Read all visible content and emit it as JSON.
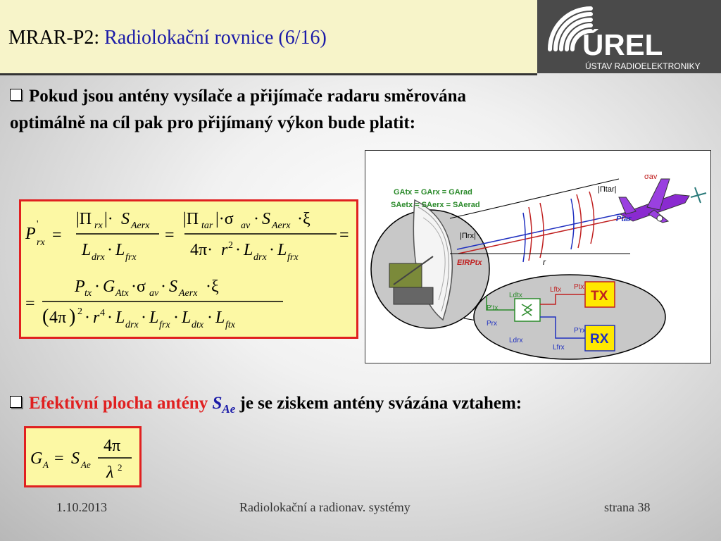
{
  "header": {
    "title_prefix": "MRAR-P2: ",
    "title_main": "Radiolokační rovnice (6/16)"
  },
  "logo": {
    "name": "ÚREL",
    "subtitle": "ÚSTAV RADIOELEKTRONIKY"
  },
  "bullet1": {
    "text": "Pokud jsou antény vysílače a přijímače radaru směrována optimálně na cíl pak pro přijímaný výkon bude platit:"
  },
  "bullet2": {
    "text_before": "Efektivní plocha antény ",
    "symbol": "S",
    "symbol_sub": "Ae",
    "text_after": " je se ziskem antény svázána vztahem:"
  },
  "equation1": {
    "line1": "P'rx = |Πrx|·SAerx / (Ldrx·Lfrx) = |Πtar|·σav·SAerx·ξ / (4π·r²·Ldrx·Lfrx) =",
    "line2": "= Ptx·GAtx·σav·SAerx·ξ / ((4π)²·r⁴·Ldrx·Lfrx·Ldtx·Lftx)"
  },
  "equation2": {
    "text": "GA = SAe · 4π / λ²"
  },
  "figure": {
    "labels": {
      "gain_eq": "GAtx = GArx = GArad",
      "area_eq": "SAetx = SAerx = SAerad",
      "pi_tar": "|Πtar|",
      "sigma": "σav",
      "p_tar": "Ptar",
      "pi_rx": "|Πrx|",
      "eirp": "EIRPtx",
      "r": "r",
      "tx": "TX",
      "rx": "RX",
      "l_dtx": "Ldtx",
      "l_ftx": "Lftx",
      "p_tx_top": "Ptx",
      "p_tx_prime": "P'tx",
      "p_rx": "Prx",
      "p_rx_prime": "P'rx",
      "l_drx": "Ldrx",
      "l_frx": "Lfrx"
    }
  },
  "footer": {
    "date": "1.10.2013",
    "center": "Radiolokační a radionav. systémy",
    "page": "strana 38"
  }
}
